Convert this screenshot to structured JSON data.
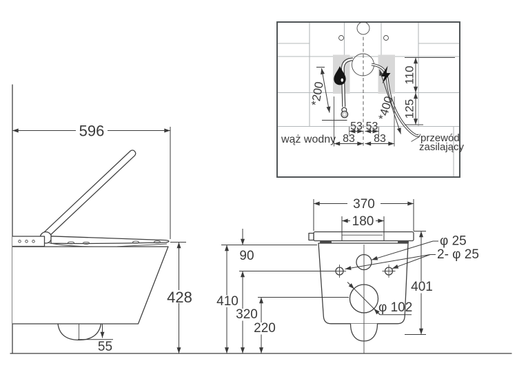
{
  "colors": {
    "line": "#3f3f3f",
    "dim_text": "#3a3a3a",
    "tile_line": "#b3b8ba",
    "panel_fill": "#d8d8d8",
    "icon_fill": "#151515",
    "background": "#ffffff"
  },
  "side_view": {
    "width": "596",
    "height": "428",
    "trapway_clearance": "55"
  },
  "rear_view": {
    "width": "370",
    "hole_spacing": "180",
    "inlet_offset": "90",
    "total_height": "410",
    "mid_height": "320",
    "lower_height": "220",
    "body_height": "401",
    "inlet_dia": "φ 25",
    "mount_holes_dia": "2- φ 25",
    "drain_dia": "φ 102"
  },
  "inset": {
    "hose_length": "*200",
    "cord_length": "*400",
    "dim_110": "110",
    "dim_125": "125",
    "dim_53a": "53",
    "dim_53b": "53",
    "dim_83a": "83",
    "dim_83b": "83",
    "water_hose_label": "wąż wodny",
    "power_cord_label_1": "przewód",
    "power_cord_label_2": "zasilający"
  }
}
